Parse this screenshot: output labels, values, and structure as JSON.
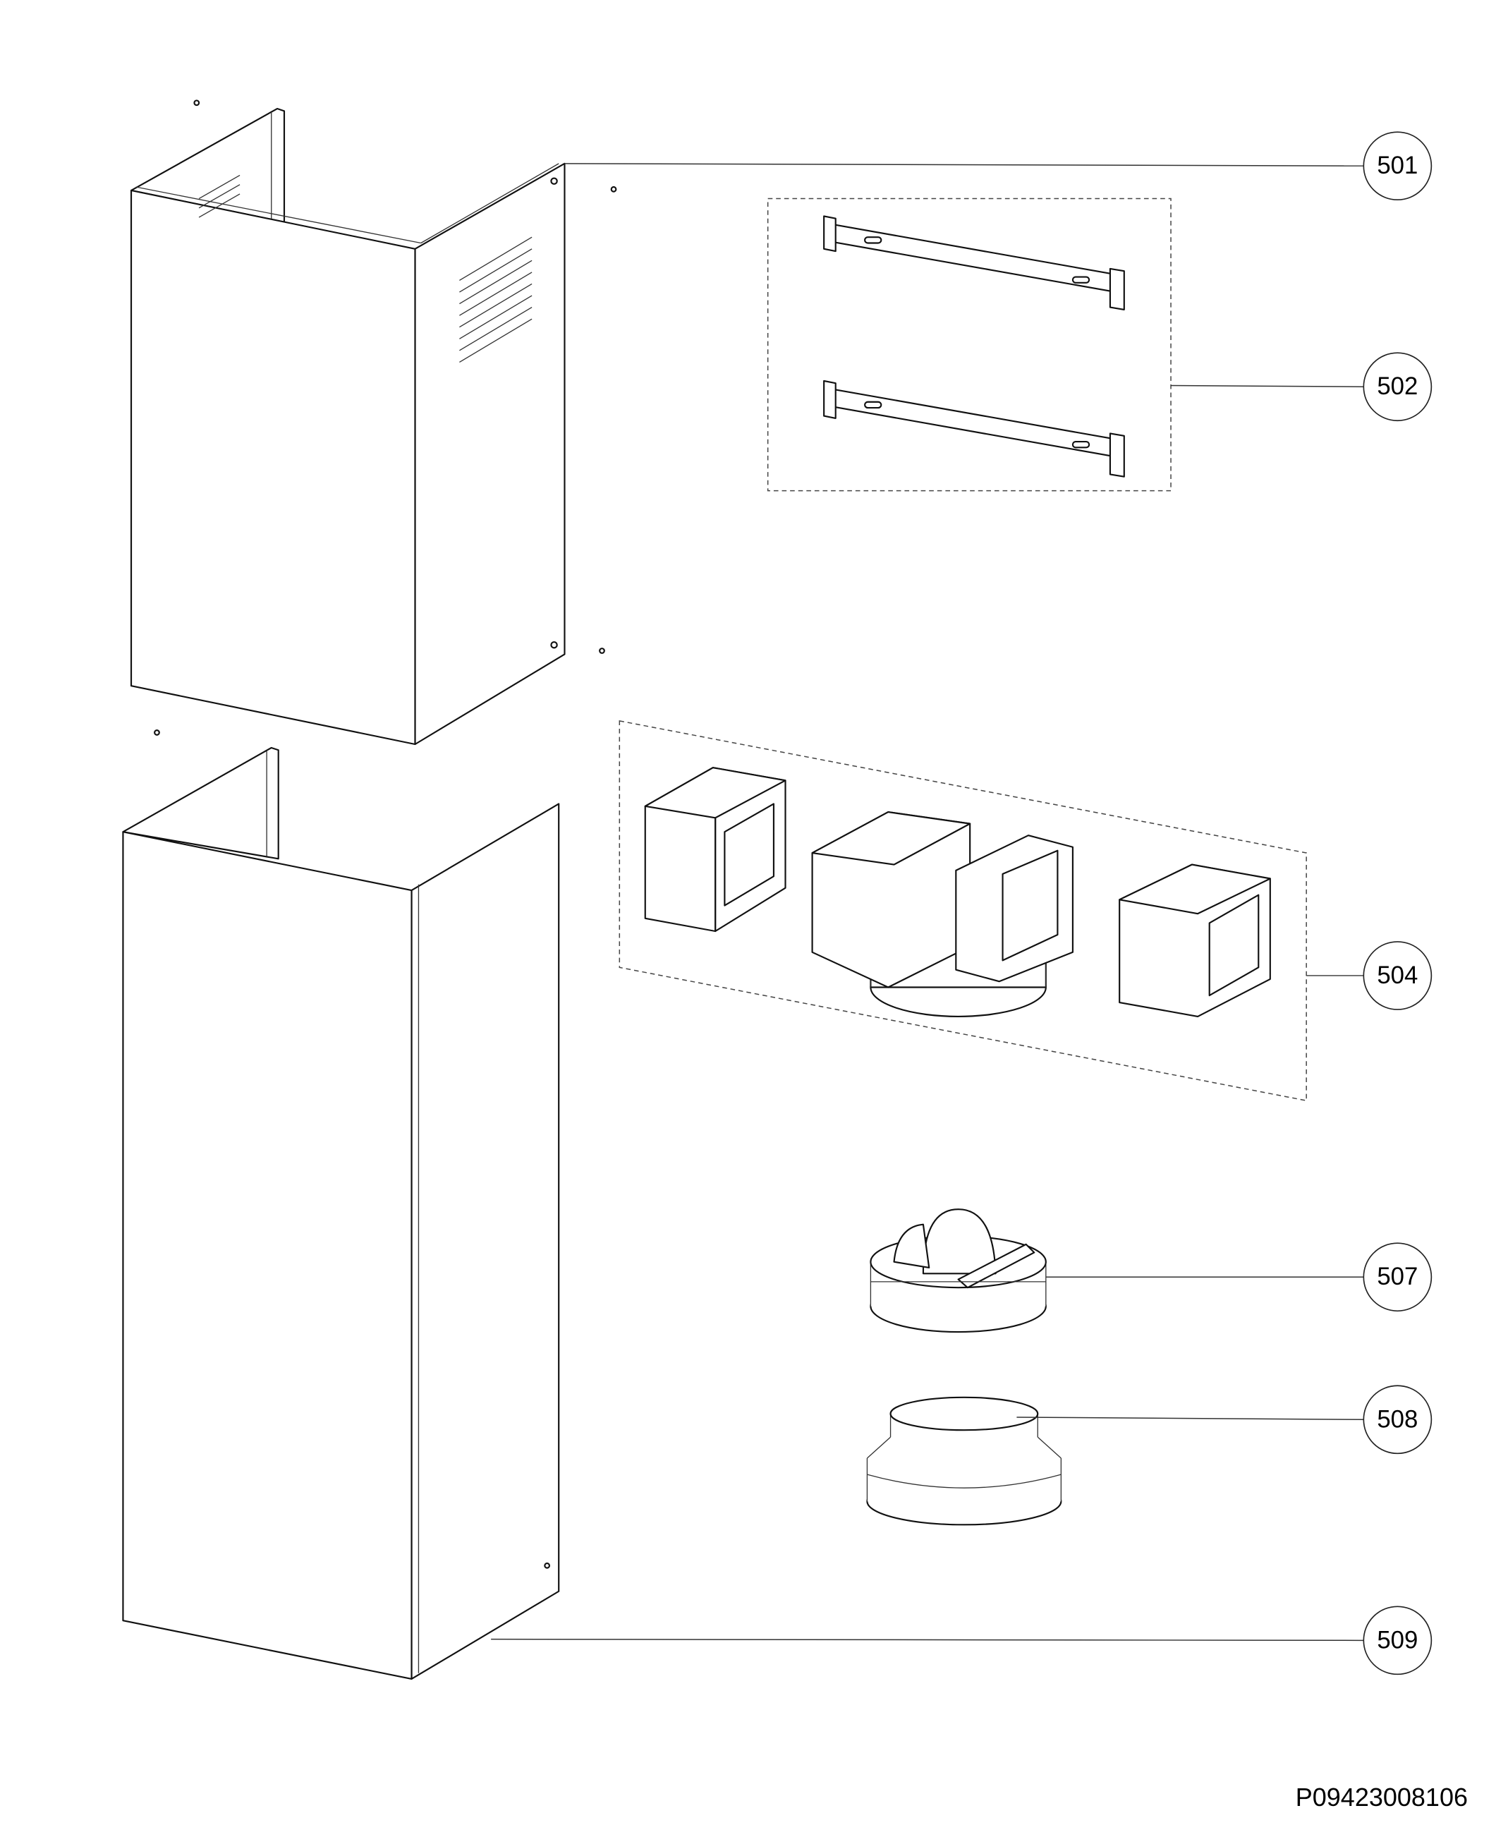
{
  "diagram": {
    "callouts": [
      {
        "id": "501",
        "label": "501"
      },
      {
        "id": "502",
        "label": "502"
      },
      {
        "id": "504",
        "label": "504"
      },
      {
        "id": "507",
        "label": "507"
      },
      {
        "id": "508",
        "label": "508"
      },
      {
        "id": "509",
        "label": "509"
      }
    ],
    "document_code": "P09423008106"
  }
}
